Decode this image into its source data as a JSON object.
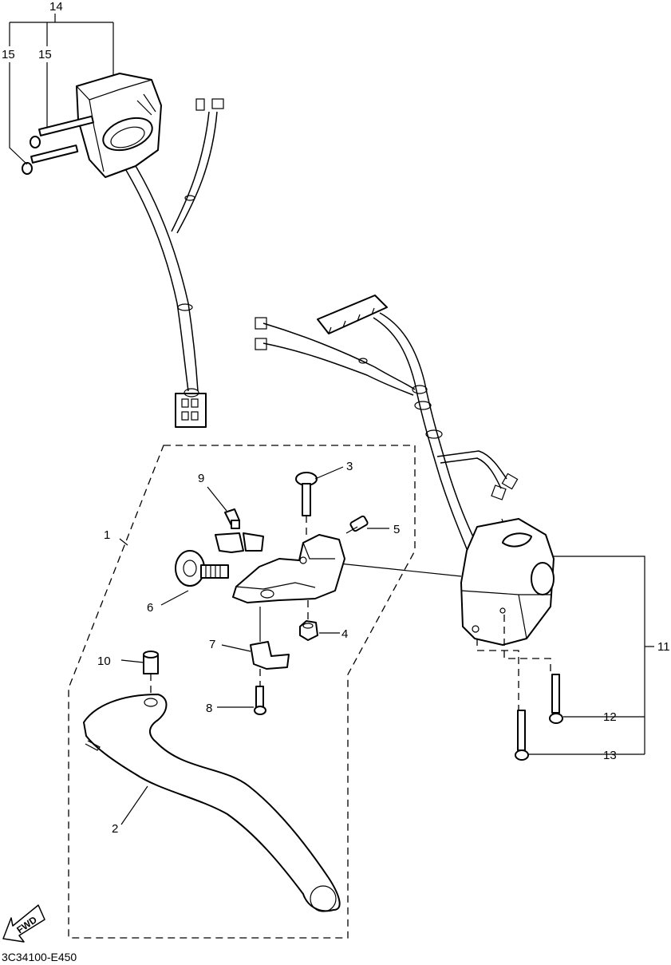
{
  "callouts": {
    "c1": "1",
    "c2": "2",
    "c3": "3",
    "c4": "4",
    "c5": "5",
    "c6": "6",
    "c7": "7",
    "c8": "8",
    "c9": "9",
    "c10": "10",
    "c11": "11",
    "c12": "12",
    "c13": "13",
    "c14": "14",
    "c15a": "15",
    "c15b": "15"
  },
  "fwd_label": "FWD",
  "diagram_code": "3C34100-E450"
}
